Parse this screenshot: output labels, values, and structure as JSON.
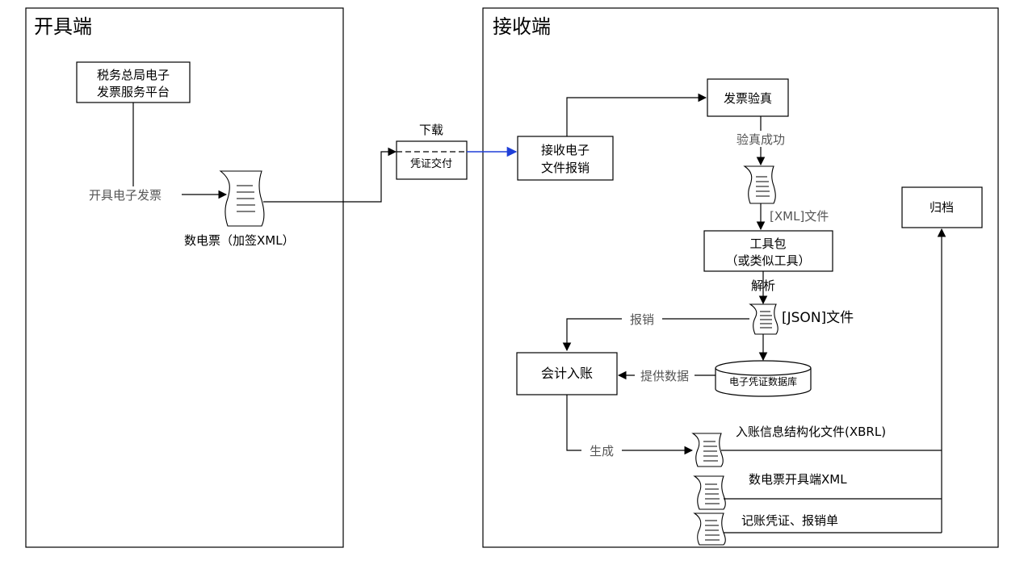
{
  "panels": {
    "issuer": "开具端",
    "receiver": "接收端"
  },
  "nodes": {
    "tax_platform": [
      "税务总局电子",
      "发票服务平台"
    ],
    "voucher_delivery": "凭证交付",
    "receive_reimburse": [
      "接收电子",
      "文件报销"
    ],
    "invoice_verify": "发票验真",
    "toolkit": [
      "工具包",
      "（或类似工具）"
    ],
    "accounting_entry": "会计入账",
    "voucher_db": "电子凭证数据库",
    "archive": "归档"
  },
  "labels": {
    "issue_invoice": "开具电子发票",
    "digital_invoice": "数电票（加签XML）",
    "download": "下载",
    "verify_success": "验真成功",
    "xml_file": "[XML]文件",
    "parse": "解析",
    "json_file": "[JSON]文件",
    "reimburse": "报销",
    "provide_data": "提供数据",
    "generate": "生成",
    "xbrl_file": "入账信息结构化文件(XBRL)",
    "issuer_xml": "数电票开具端XML",
    "voucher_forms": "记账凭证、报销单"
  },
  "colors": {
    "line": "#000000",
    "delivery_arrow": "#1f3fd8"
  }
}
